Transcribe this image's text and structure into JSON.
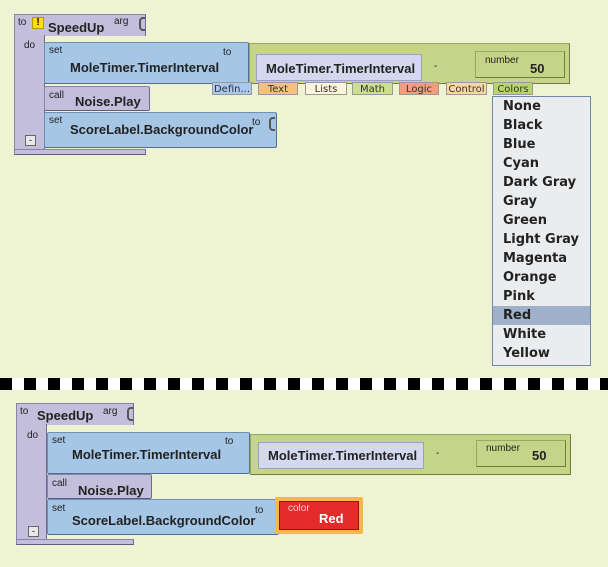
{
  "before": {
    "proc": {
      "to": "to",
      "name": "SpeedUp",
      "arg": "arg",
      "do": "do",
      "collapse": "-"
    },
    "set1": {
      "set": "set",
      "prop": "MoleTimer.TimerInterval",
      "to": "to"
    },
    "math": {
      "getter": "MoleTimer.TimerInterval",
      "op": "-",
      "num_label": "number",
      "num_value": "50"
    },
    "call": {
      "call": "call",
      "name": "Noise.Play"
    },
    "set2": {
      "set": "set",
      "prop": "ScoreLabel.BackgroundColor",
      "to": "to"
    }
  },
  "palette_tabs": [
    "Defin...",
    "Text",
    "Lists",
    "Math",
    "Logic",
    "Control",
    "Colors"
  ],
  "colors_menu": {
    "items": [
      "None",
      "Black",
      "Blue",
      "Cyan",
      "Dark Gray",
      "Gray",
      "Green",
      "Light Gray",
      "Magenta",
      "Orange",
      "Pink",
      "Red",
      "White",
      "Yellow"
    ],
    "selected": "Red"
  },
  "after": {
    "proc": {
      "to": "to",
      "name": "SpeedUp",
      "arg": "arg",
      "do": "do",
      "collapse": "-"
    },
    "set1": {
      "set": "set",
      "prop": "MoleTimer.TimerInterval",
      "to": "to"
    },
    "math": {
      "getter": "MoleTimer.TimerInterval",
      "op": "-",
      "num_label": "number",
      "num_value": "50"
    },
    "call": {
      "call": "call",
      "name": "Noise.Play"
    },
    "set2": {
      "set": "set",
      "prop": "ScoreLabel.BackgroundColor",
      "to": "to"
    },
    "color": {
      "label": "color",
      "value": "Red"
    }
  },
  "colors": {
    "red_block": "#e52a2a",
    "highlight": "#f3b84a"
  }
}
